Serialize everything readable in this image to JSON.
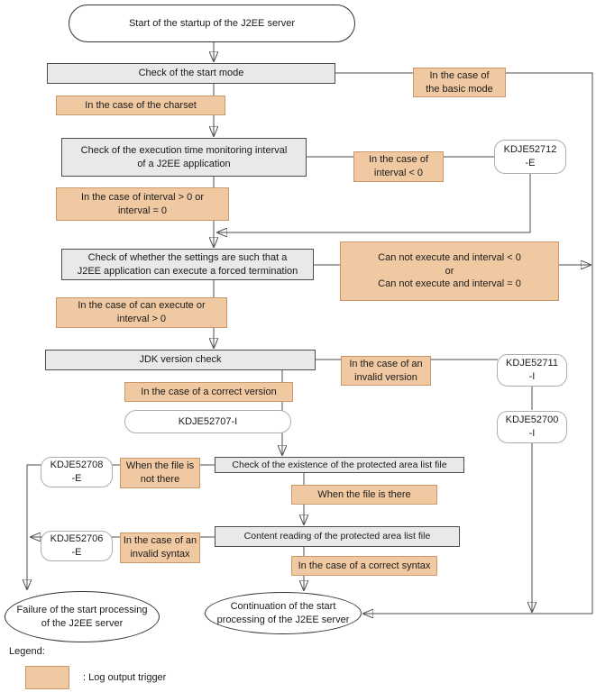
{
  "colors": {
    "trigger_fill": "#F0C9A2",
    "trigger_border": "#C9996B",
    "process_fill": "#E9E9E9",
    "process_border": "#4D4D4D",
    "terminal_border": "#333333",
    "message_border": "#ADADAD",
    "line": "#4D4D4D",
    "text": "#1A1A1A"
  },
  "nodes": {
    "start": "Start of the startup of the J2EE server",
    "check_start_mode": "Check of the start mode",
    "check_exec_interval": "Check of the execution time monitoring interval\nof a J2EE application",
    "check_forced_termination": "Check of whether the settings are such that a\nJ2EE application can execute a forced termination",
    "jdk_version_check": "JDK version check",
    "check_file_existence": "Check of the existence of the protected area list file",
    "content_reading": "Content reading of the protected area list file",
    "failure": "Failure of the start processing\nof the J2EE server",
    "continuation": "Continuation of the start\nprocessing of the J2EE server"
  },
  "messages": {
    "kdje52712e": "KDJE52712\n-E",
    "kdje52711i": "KDJE52711\n-I",
    "kdje52700i": "KDJE52700\n-I",
    "kdje52707i": "KDJE52707-I",
    "kdje52708e": "KDJE52708\n-E",
    "kdje52706e": "KDJE52706\n-E"
  },
  "triggers": {
    "charset": "In the case of the charset",
    "basic_mode": "In the case of\nthe basic mode",
    "interval_lt_0": "In the case of\ninterval < 0",
    "interval_gt_eq_0": "In the case of interval > 0 or\ninterval = 0",
    "cannot_execute": "Can not execute and interval < 0\nor\nCan not execute and interval = 0",
    "can_execute": "In the case of can execute or\ninterval > 0",
    "invalid_version": "In the case of an\ninvalid version",
    "correct_version": "In the case of a correct version",
    "file_not_there": "When the file is\nnot there",
    "file_there": "When the file is there",
    "invalid_syntax": "In the case of an\ninvalid syntax",
    "correct_syntax": "In the case of a correct syntax"
  },
  "legend": {
    "title": "Legend:",
    "log_output_trigger": ": Log output trigger"
  }
}
